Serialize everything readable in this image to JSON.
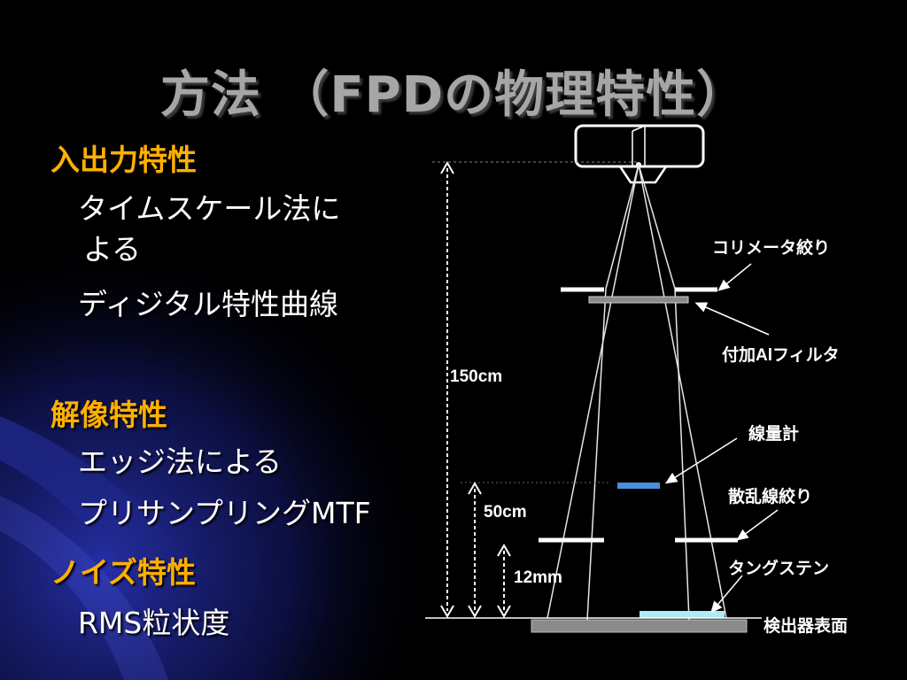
{
  "slide": {
    "title": "方法 （FPDの物理特性）"
  },
  "sections": [
    {
      "heading": "入出力特性",
      "items": [
        "タイムスケール法に",
        "よる",
        "ディジタル特性曲線"
      ]
    },
    {
      "heading": "解像特性",
      "items": [
        "エッジ法による",
        "プリサンプリングMTF"
      ]
    },
    {
      "heading": "ノイズ特性",
      "items": [
        "RMS粒状度"
      ]
    }
  ],
  "diagram": {
    "labels": {
      "collimator": "コリメータ絞り",
      "filter": "付加Alフィルタ",
      "dosimeter": "線量計",
      "scatter_stop": "散乱線絞り",
      "tungsten": "タングステン",
      "detector_surface": "検出器表面"
    },
    "distances": {
      "d150": "150cm",
      "d50": "50cm",
      "d12": "12mm"
    },
    "colors": {
      "heading": "#ffb000",
      "dosimeter": "#4a90d9",
      "tungsten": "#aeeaf7",
      "filter": "#8a8a8a"
    }
  }
}
